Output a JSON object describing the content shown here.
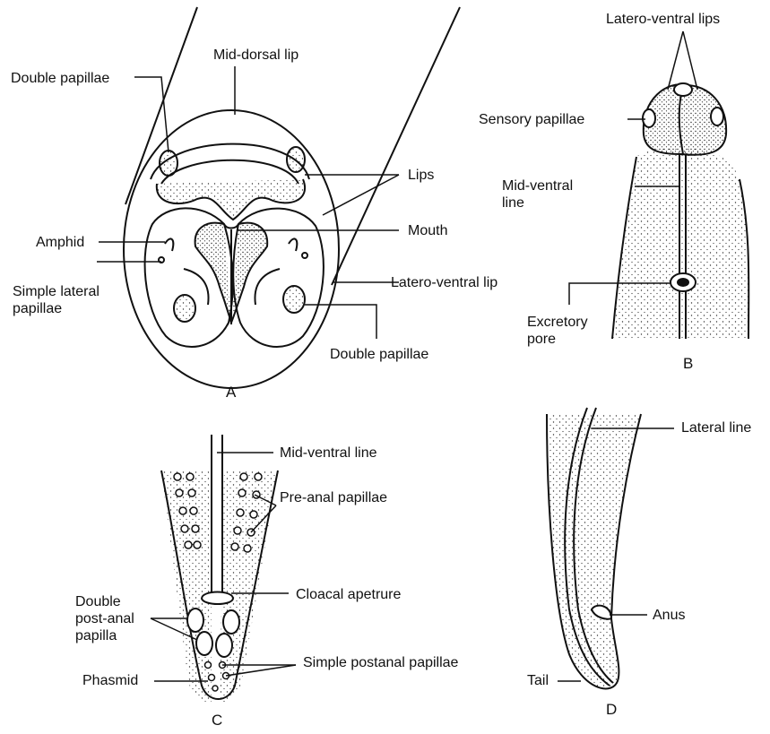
{
  "panels": {
    "a": {
      "letter": "A",
      "labels": {
        "double_papillae_top": "Double papillae",
        "mid_dorsal_lip": "Mid-dorsal lip",
        "lips": "Lips",
        "mouth": "Mouth",
        "amphid": "Amphid",
        "simple_lateral_papillae": "Simple lateral\npapillae",
        "latero_ventral_lip": "Latero-ventral lip",
        "double_papillae_bottom": "Double papillae"
      }
    },
    "b": {
      "letter": "B",
      "labels": {
        "latero_ventral_lips": "Latero-ventral lips",
        "sensory_papillae": "Sensory papillae",
        "mid_ventral_line": "Mid-ventral\nline",
        "excretory_pore": "Excretory\npore"
      }
    },
    "c": {
      "letter": "C",
      "labels": {
        "mid_ventral_line": "Mid-ventral line",
        "pre_anal_papillae": "Pre-anal papillae",
        "cloacal_apetrure": "Cloacal apetrure",
        "double_post_anal_papilla": "Double\npost-anal\npapilla",
        "phasmid": "Phasmid",
        "simple_postanal_papillae": "Simple postanal papillae"
      }
    },
    "d": {
      "letter": "D",
      "labels": {
        "lateral_line": "Lateral line",
        "anus": "Anus",
        "tail": "Tail"
      }
    }
  },
  "colors": {
    "ink": "#111111",
    "background": "#ffffff"
  }
}
